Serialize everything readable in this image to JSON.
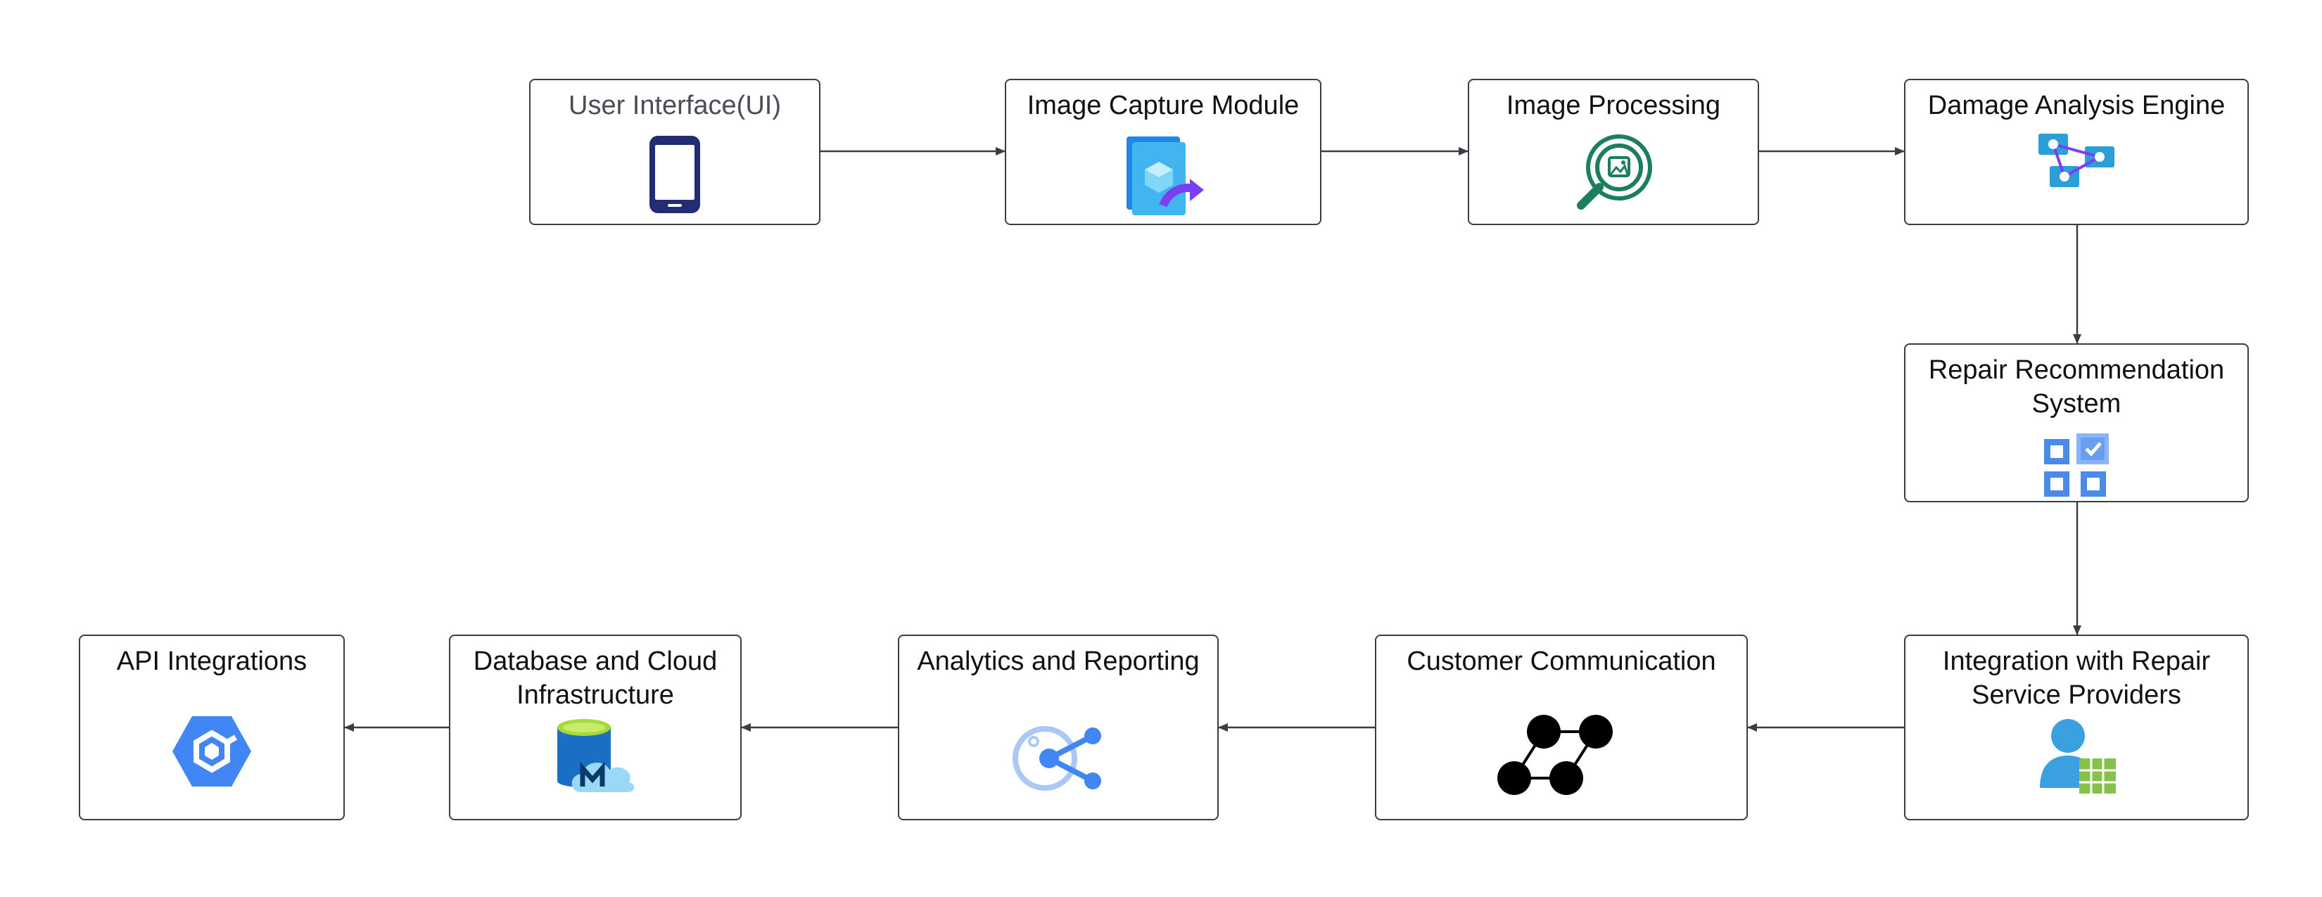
{
  "diagram": {
    "nodes": {
      "ui": {
        "label": "User Interface(UI)",
        "icon": "smartphone-icon"
      },
      "capture": {
        "label": "Image Capture Module",
        "icon": "image-capture-icon"
      },
      "processing": {
        "label": "Image Processing",
        "icon": "image-search-icon"
      },
      "damage": {
        "label": "Damage Analysis Engine",
        "icon": "network-nodes-icon"
      },
      "repair": {
        "label": "Repair Recommendation System",
        "icon": "checklist-grid-icon"
      },
      "integration": {
        "label": "Integration with Repair Service Providers",
        "icon": "user-table-icon"
      },
      "communication": {
        "label": "Customer Communication",
        "icon": "graph-nodes-icon"
      },
      "analytics": {
        "label": "Analytics and Reporting",
        "icon": "analytics-share-icon"
      },
      "database": {
        "label": "Database and Cloud Infrastructure",
        "icon": "cloud-database-icon"
      },
      "api": {
        "label": "API Integrations",
        "icon": "hexagon-api-icon"
      }
    },
    "edges": [
      {
        "from": "User Interface(UI)",
        "to": "Image Capture Module"
      },
      {
        "from": "Image Capture Module",
        "to": "Image Processing"
      },
      {
        "from": "Image Processing",
        "to": "Damage Analysis Engine"
      },
      {
        "from": "Damage Analysis Engine",
        "to": "Repair Recommendation System"
      },
      {
        "from": "Repair Recommendation System",
        "to": "Integration with Repair Service Providers"
      },
      {
        "from": "Integration with Repair Service Providers",
        "to": "Customer Communication"
      },
      {
        "from": "Customer Communication",
        "to": "Analytics and Reporting"
      },
      {
        "from": "Analytics and Reporting",
        "to": "Database and Cloud Infrastructure"
      },
      {
        "from": "Database and Cloud Infrastructure",
        "to": "API Integrations"
      }
    ],
    "colors": {
      "border": "#3a3d44",
      "arrow": "#3a3d44",
      "text": "#111111",
      "ui_text": "#4a4d55"
    }
  }
}
